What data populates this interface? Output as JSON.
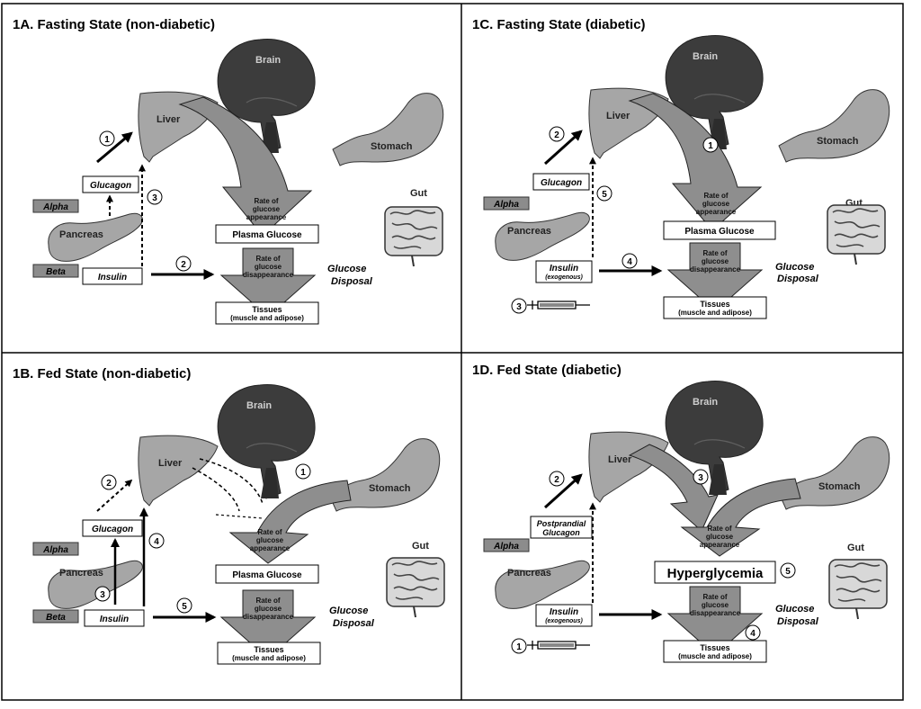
{
  "panels": {
    "a": {
      "title": "1A. Fasting State (non-diabetic)",
      "brain": "Brain",
      "liver": "Liver",
      "stomach": "Stomach",
      "gut": "Gut",
      "pancreas": "Pancreas",
      "alpha": "Alpha",
      "beta": "Beta",
      "glucagon": "Glucagon",
      "insulin": "Insulin",
      "appearance": [
        "Rate of",
        "glucose",
        "appearance"
      ],
      "plasma": "Plasma Glucose",
      "disappearance": [
        "Rate of",
        "glucose",
        "disappearance"
      ],
      "tissues": "Tissues",
      "tissues_sub": "(muscle and adipose)",
      "disposal": [
        "Glucose",
        "Disposal"
      ],
      "markers": [
        "1",
        "2",
        "3"
      ]
    },
    "c": {
      "title": "1C. Fasting State (diabetic)",
      "brain": "Brain",
      "liver": "Liver",
      "stomach": "Stomach",
      "gut": "Gut",
      "pancreas": "Pancreas",
      "alpha": "Alpha",
      "glucagon": "Glucagon",
      "insulin": "Insulin",
      "insulin_sub": "(exogenous)",
      "appearance": [
        "Rate of",
        "glucose",
        "appearance"
      ],
      "plasma": "Plasma Glucose",
      "disappearance": [
        "Rate of",
        "glucose",
        "disappearance"
      ],
      "tissues": "Tissues",
      "tissues_sub": "(muscle and adipose)",
      "disposal": [
        "Glucose",
        "Disposal"
      ],
      "markers": [
        "1",
        "2",
        "3",
        "4",
        "5"
      ]
    },
    "b": {
      "title": "1B. Fed State (non-diabetic)",
      "brain": "Brain",
      "liver": "Liver",
      "stomach": "Stomach",
      "gut": "Gut",
      "pancreas": "Pancreas",
      "alpha": "Alpha",
      "beta": "Beta",
      "glucagon": "Glucagon",
      "insulin": "Insulin",
      "appearance": [
        "Rate of",
        "glucose",
        "appearance"
      ],
      "plasma": "Plasma Glucose",
      "disappearance": [
        "Rate of",
        "glucose",
        "disappearance"
      ],
      "tissues": "Tissues",
      "tissues_sub": "(muscle and adipose)",
      "disposal": [
        "Glucose",
        "Disposal"
      ],
      "markers": [
        "1",
        "2",
        "3",
        "4",
        "5"
      ]
    },
    "d": {
      "title": "1D. Fed State (diabetic)",
      "brain": "Brain",
      "liver": "Liver",
      "stomach": "Stomach",
      "gut": "Gut",
      "pancreas": "Pancreas",
      "alpha": "Alpha",
      "glucagon": [
        "Postprandial",
        "Glucagon"
      ],
      "insulin": "Insulin",
      "insulin_sub": "(exogenous)",
      "appearance": [
        "Rate of",
        "glucose",
        "appearance"
      ],
      "plasma": "Hyperglycemia",
      "disappearance": [
        "Rate of",
        "glucose",
        "disappearance"
      ],
      "tissues": "Tissues",
      "tissues_sub": "(muscle and adipose)",
      "disposal": [
        "Glucose",
        "Disposal"
      ],
      "markers": [
        "1",
        "2",
        "3",
        "4",
        "5"
      ]
    }
  },
  "colors": {
    "organ_fill": "#a6a6a6",
    "brain_fill": "#3c3c3c",
    "arrow_fill": "#8e8e8e",
    "cell_fill": "#8c8c8c",
    "line": "#000000"
  }
}
